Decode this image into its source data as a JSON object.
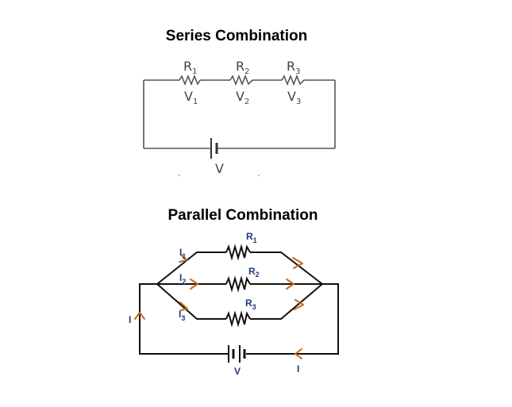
{
  "series": {
    "title": "Series Combination",
    "resistors": [
      {
        "name": "R",
        "sub": "1",
        "voltage": "V",
        "vsub": "1"
      },
      {
        "name": "R",
        "sub": "2",
        "voltage": "V",
        "vsub": "2"
      },
      {
        "name": "R",
        "sub": "3",
        "voltage": "V",
        "vsub": "3"
      }
    ],
    "battery_label": "V"
  },
  "parallel": {
    "title": "Parallel Combination",
    "resistors": [
      {
        "name": "R",
        "sub": "1"
      },
      {
        "name": "R",
        "sub": "2"
      },
      {
        "name": "R",
        "sub": "3"
      }
    ],
    "branch_currents": [
      {
        "name": "I",
        "sub": "1"
      },
      {
        "name": "I",
        "sub": "2"
      },
      {
        "name": "I",
        "sub": "3"
      }
    ],
    "main_current_left": "I",
    "main_current_bottom": "I",
    "battery_label": "V"
  },
  "colors": {
    "label_blue": "#1f3a78",
    "arrow_orange": "#c76a1a"
  }
}
